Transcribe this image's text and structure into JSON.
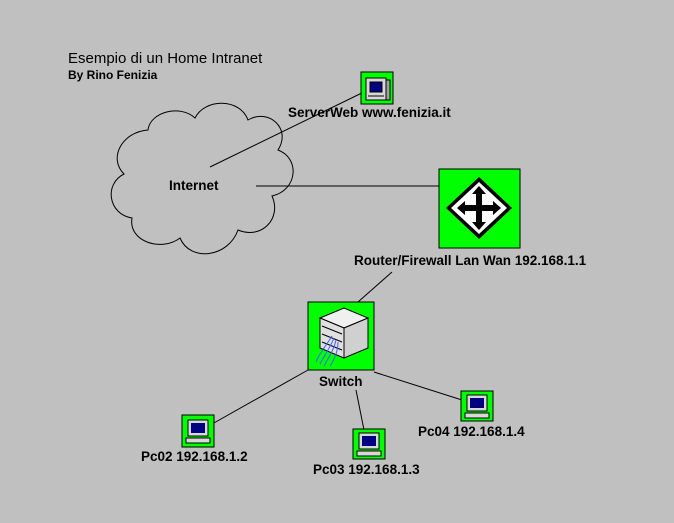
{
  "diagram": {
    "title": "Esempio di un Home Intranet",
    "author": "By Rino Fenizia",
    "nodes": {
      "serverweb": {
        "label": "ServerWeb www.fenizia.it",
        "icon": "server-icon"
      },
      "internet": {
        "label": "Internet",
        "icon": "cloud-icon"
      },
      "router": {
        "label": "Router/Firewall Lan Wan 192.168.1.1",
        "icon": "router-icon"
      },
      "switch": {
        "label": "Switch",
        "icon": "switch-icon"
      },
      "pc02": {
        "label": "Pc02 192.168.1.2",
        "icon": "computer-icon"
      },
      "pc03": {
        "label": "Pc03 192.168.1.3",
        "icon": "computer-icon"
      },
      "pc04": {
        "label": "Pc04 192.168.1.4",
        "icon": "computer-icon"
      }
    },
    "colors": {
      "background": "#c0c0c0",
      "node_fill": "#00ff00",
      "cloud_fill": "#c0c0c0",
      "line": "#000000"
    }
  }
}
